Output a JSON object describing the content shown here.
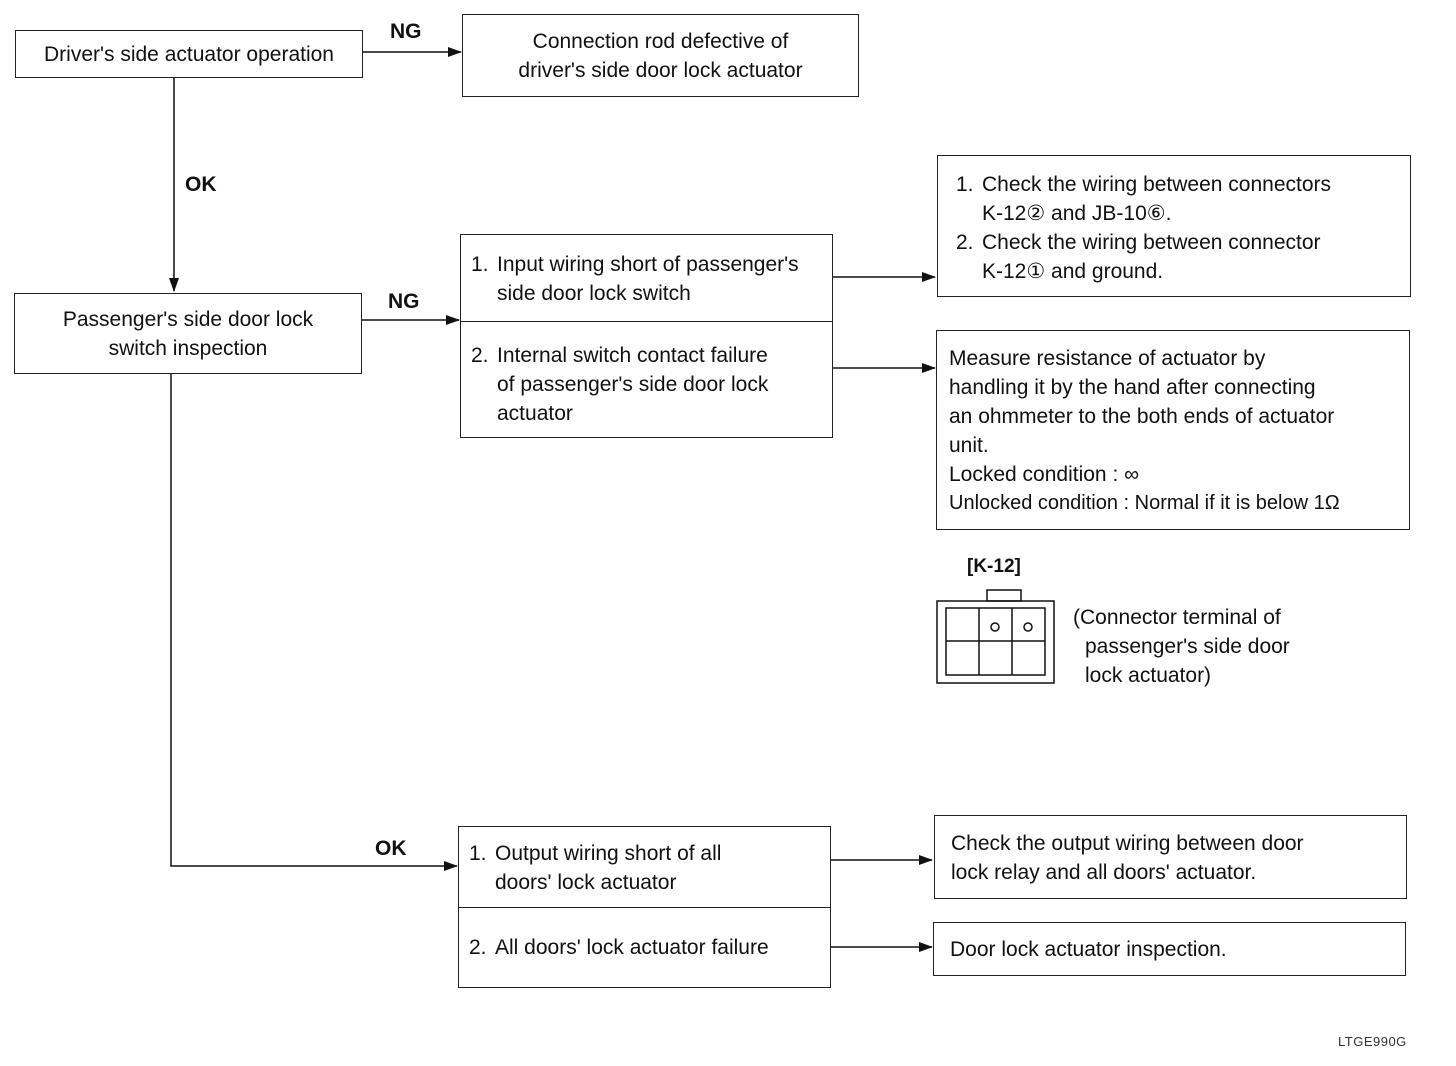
{
  "nodes": {
    "driver_op": "Driver's side actuator operation",
    "conn_rod": [
      "Connection rod defective of",
      "driver's side door lock actuator"
    ],
    "pass_switch": [
      "Passenger's side door lock",
      "switch inspection"
    ],
    "cause1": {
      "item1_num": "1.",
      "item1": [
        "Input wiring short of passenger's",
        "side door lock switch"
      ],
      "item2_num": "2.",
      "item2": [
        "Internal switch contact failure",
        "of passenger's side door lock",
        "actuator"
      ]
    },
    "check_wiring": {
      "item1_num": "1.",
      "item1": [
        "Check the wiring between connectors",
        "K-12② and JB-10⑥."
      ],
      "item2_num": "2.",
      "item2": [
        "Check the wiring between connector",
        "K-12① and ground."
      ]
    },
    "measure": [
      "Measure resistance of actuator by",
      "handling it by the hand after connecting",
      "an ohmmeter to the both ends of actuator",
      "unit.",
      "Locked condition : ∞",
      "Unlocked condition : Normal if it is below 1Ω"
    ],
    "cause2": {
      "item1_num": "1.",
      "item1": [
        "Output wiring short of all",
        "doors' lock actuator"
      ],
      "item2_num": "2.",
      "item2": "All doors' lock actuator failure"
    },
    "check_output": [
      "Check the output wiring between door",
      "lock relay and all doors' actuator."
    ],
    "actuator_insp": "Door lock actuator inspection."
  },
  "labels": {
    "ng1": "NG",
    "ok1": "OK",
    "ng2": "NG",
    "ok2": "OK"
  },
  "connector": {
    "title": "[K-12]",
    "caption": [
      "(Connector terminal of",
      "passenger's side door",
      "lock actuator)"
    ]
  },
  "figure_code": "LTGE990G"
}
